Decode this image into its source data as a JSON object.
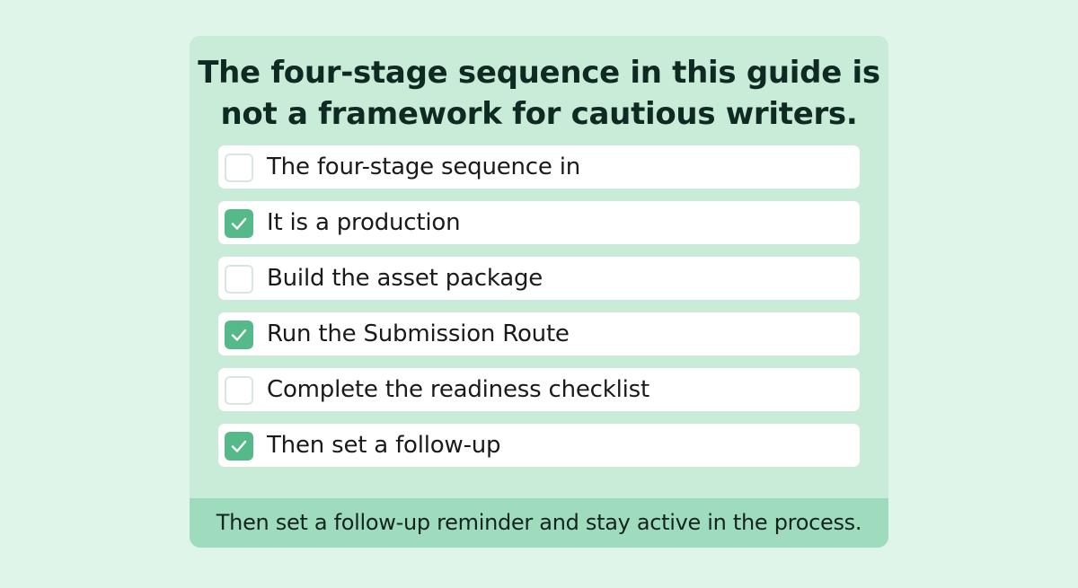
{
  "title_line1": "The four-stage sequence in this guide is",
  "title_line2": "not a framework for cautious writers.",
  "items": [
    {
      "label": "The four-stage sequence in",
      "checked": false
    },
    {
      "label": "It is a production",
      "checked": true
    },
    {
      "label": "Build the asset package",
      "checked": false
    },
    {
      "label": "Run the Submission Route",
      "checked": true
    },
    {
      "label": "Complete the readiness checklist",
      "checked": false
    },
    {
      "label": "Then set a follow-up",
      "checked": true
    }
  ],
  "footer": "Then set a follow-up reminder and stay active in the process.",
  "colors": {
    "background": "#dff5ea",
    "card": "#c9ecd9",
    "footer": "#9fdcbe",
    "check": "#55b98a"
  }
}
